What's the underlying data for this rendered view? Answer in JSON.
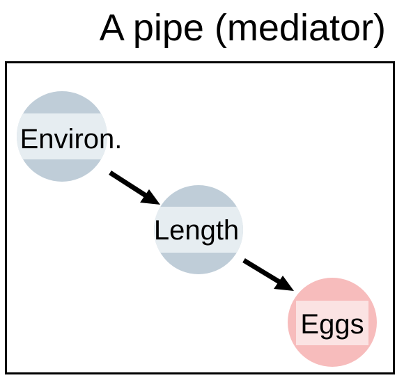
{
  "title": "A pipe (mediator)",
  "nodes": [
    {
      "id": "environ",
      "label": "Environ.",
      "color": "#bfcdd8",
      "band_color": "#e6edf1"
    },
    {
      "id": "length",
      "label": "Length",
      "color": "#bfcdd8",
      "band_color": "#e6edf1"
    },
    {
      "id": "eggs",
      "label": "Eggs",
      "color": "#f7bcbc",
      "band_color": "#fbe3e3"
    }
  ],
  "edges": [
    {
      "from": "environ",
      "to": "length"
    },
    {
      "from": "length",
      "to": "eggs"
    }
  ],
  "colors": {
    "arrow": "#000000",
    "frame": "#000000"
  }
}
